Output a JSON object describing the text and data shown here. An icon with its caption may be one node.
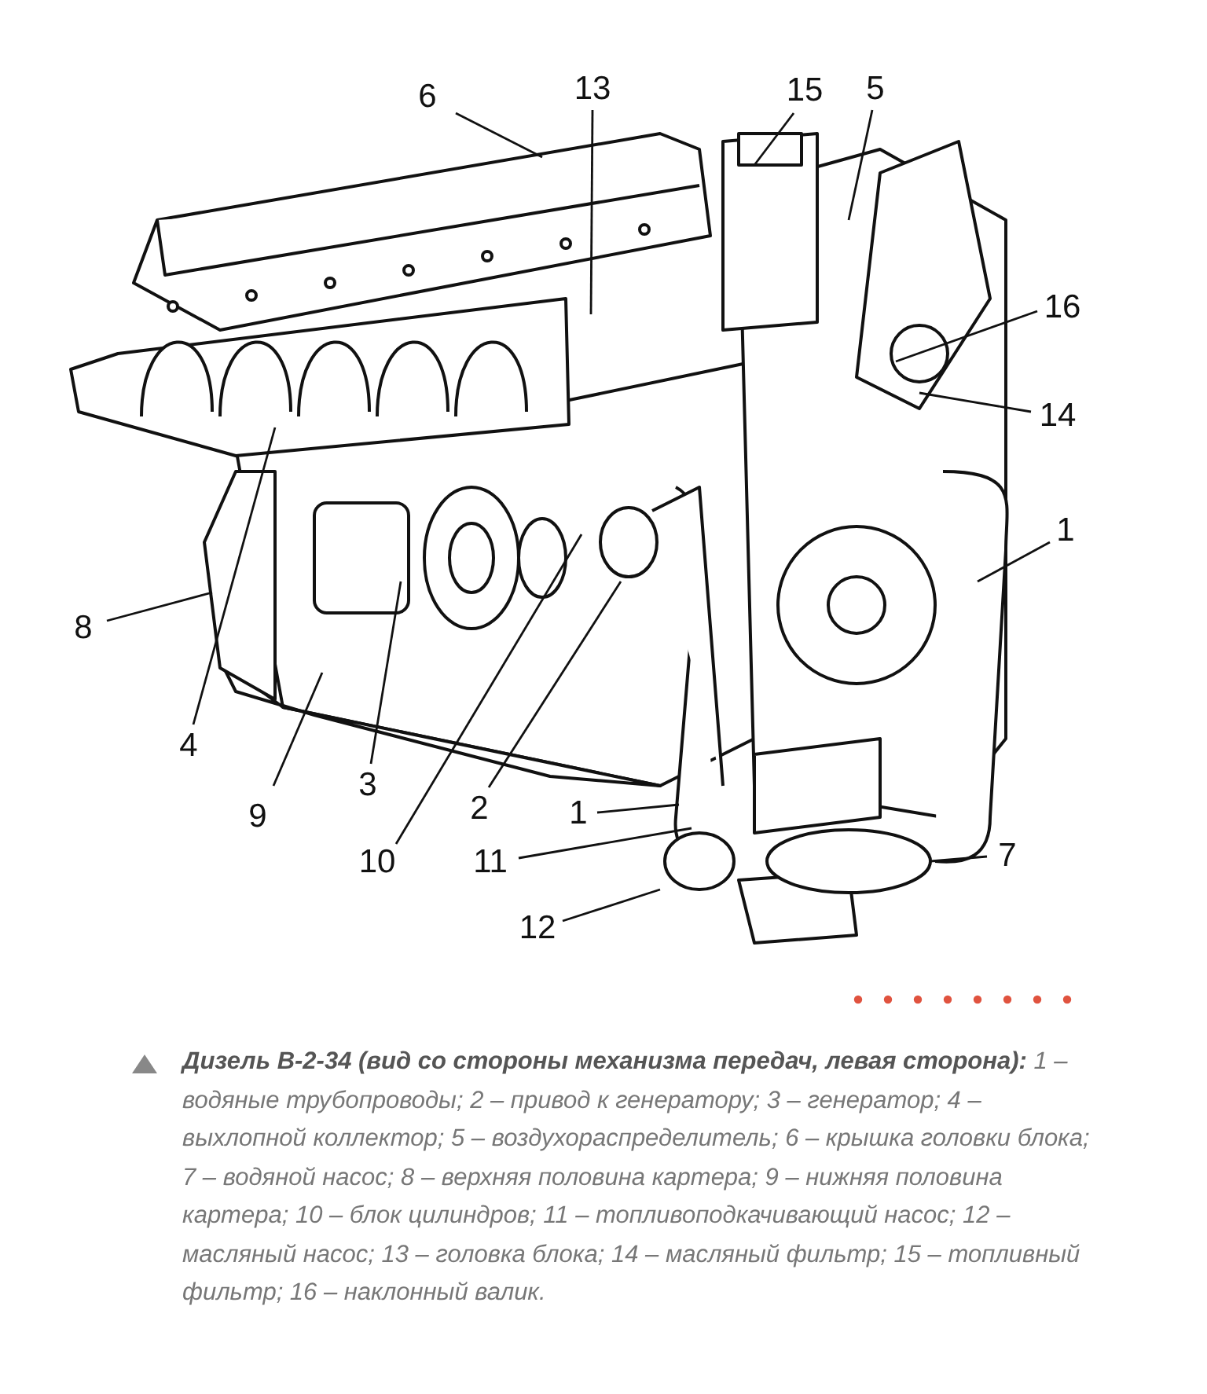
{
  "diagram": {
    "caption": "**Дизель В-2-34 (вид со стороны механизма передач, левая сторона):** 1 – водяные трубопроводы; 2 – привод к генератору; 3 – генератор; 4 – выхлопной коллектор; 5 – воздухораспределитель; 6 – крышка головки блока; 7 – водяной насос; 8 – верхняя половина картера; 9 – нижняя половина картера; 10 – блок цилиндров; 11 – топливоподкачивающий насос;  12 – масляный насос; 13 – головка блока; 14 – масляный фильтр; 15 – топливный фильтр; 16 – наклонный валик.",
    "nodes": [
      {
        "text": [
          "6"
        ]
      },
      {
        "text": [
          "13"
        ]
      },
      {
        "text": [
          "15"
        ]
      },
      {
        "text": [
          "5"
        ]
      },
      {
        "text": [
          "16"
        ]
      },
      {
        "text": [
          "14"
        ]
      },
      {
        "text": [
          "1"
        ]
      },
      {
        "text": [
          "8"
        ]
      },
      {
        "text": [
          "4"
        ]
      },
      {
        "text": [
          "3"
        ]
      },
      {
        "text": [
          "9"
        ]
      },
      {
        "text": [
          "2"
        ]
      },
      {
        "text": [
          "1"
        ]
      },
      {
        "text": [
          "10"
        ]
      },
      {
        "text": [
          "11"
        ]
      },
      {
        "text": [
          "7"
        ]
      },
      {
        "text": [
          "12"
        ]
      }
    ],
    "edges": [
      {
        "from": 0,
        "to": null,
        "arrow": "none"
      },
      {
        "from": 1,
        "to": null,
        "arrow": "none"
      },
      {
        "from": 2,
        "to": null,
        "arrow": "none"
      },
      {
        "from": 3,
        "to": null,
        "arrow": "none"
      },
      {
        "from": 4,
        "to": null,
        "arrow": "none"
      },
      {
        "from": 5,
        "to": null,
        "arrow": "none"
      },
      {
        "from": 6,
        "to": null,
        "arrow": "none"
      },
      {
        "from": 7,
        "to": null,
        "arrow": "none"
      },
      {
        "from": 8,
        "to": null,
        "arrow": "none"
      },
      {
        "from": 9,
        "to": null,
        "arrow": "none"
      },
      {
        "from": 10,
        "to": null,
        "arrow": "none"
      },
      {
        "from": 11,
        "to": null,
        "arrow": "none"
      },
      {
        "from": 12,
        "to": null,
        "arrow": "none"
      },
      {
        "from": 13,
        "to": null,
        "arrow": "none"
      },
      {
        "from": 14,
        "to": null,
        "arrow": "none"
      },
      {
        "from": 15,
        "to": null,
        "arrow": "none"
      },
      {
        "from": 16,
        "to": null,
        "arrow": "none"
      }
    ]
  }
}
